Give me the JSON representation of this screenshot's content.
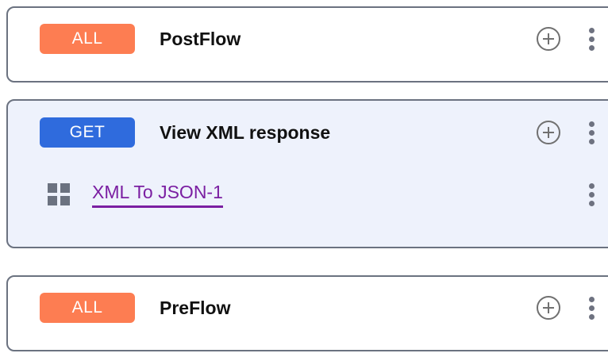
{
  "colors": {
    "page_background": "#ffffff",
    "card_border": "#6b7280",
    "card_background": "#ffffff",
    "card_selected_background": "#eef2fc",
    "badge_all": "#fd7d52",
    "badge_get": "#2f6bdd",
    "title_text": "#111111",
    "policy_link": "#7b1fa2",
    "icon_gray": "#6b7280",
    "plus_gray": "#707070"
  },
  "flows": [
    {
      "id": "postflow",
      "selected": false,
      "badge": {
        "label": "ALL",
        "color_key": "badge_all"
      },
      "title": "PostFlow",
      "actions": {
        "add_icon": "plus-circle-icon",
        "menu_icon": "kebab-menu-icon"
      },
      "steps": []
    },
    {
      "id": "view-xml-response",
      "selected": true,
      "badge": {
        "label": "GET",
        "color_key": "badge_get"
      },
      "title": "View XML response",
      "actions": {
        "add_icon": "plus-circle-icon",
        "menu_icon": "kebab-menu-icon"
      },
      "steps": [
        {
          "id": "xml-to-json-1",
          "icon": "policy-grid-icon",
          "label": "XML To JSON-1",
          "menu_icon": "kebab-menu-icon"
        }
      ]
    },
    {
      "id": "preflow",
      "selected": false,
      "badge": {
        "label": "ALL",
        "color_key": "badge_all"
      },
      "title": "PreFlow",
      "actions": {
        "add_icon": "plus-circle-icon",
        "menu_icon": "kebab-menu-icon"
      },
      "steps": []
    }
  ]
}
